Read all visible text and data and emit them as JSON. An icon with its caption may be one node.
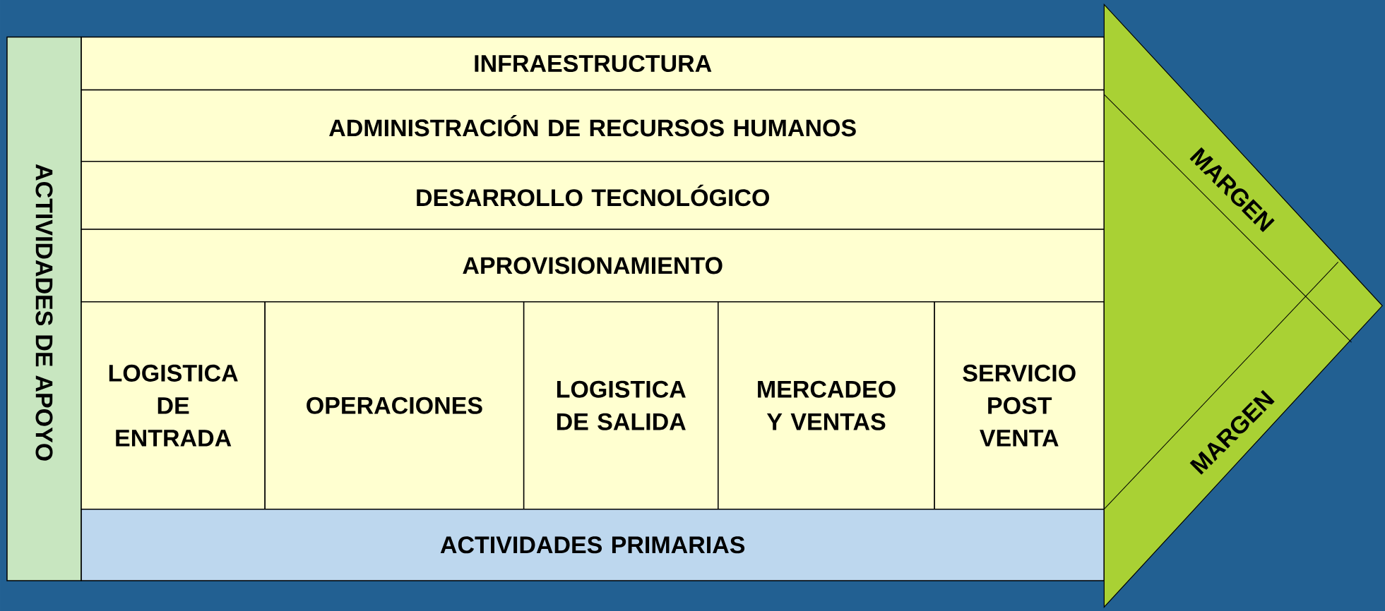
{
  "diagram": {
    "nodes": [
      {
        "text": [
          "ACTIVIDADES DE APOYO"
        ]
      },
      {
        "text": [
          "INFRAESTRUCTURA"
        ]
      },
      {
        "text": [
          "ADMINISTRACIÓN DE RECURSOS HUMANOS"
        ]
      },
      {
        "text": [
          "DESARROLLO TECNOLÓGICO"
        ]
      },
      {
        "text": [
          "APROVISIONAMIENTO"
        ]
      },
      {
        "text": [
          "LOGISTICA DE ENTRADA"
        ]
      },
      {
        "text": [
          "OPERACIONES"
        ]
      },
      {
        "text": [
          "LOGISTICA DE SALIDA"
        ]
      },
      {
        "text": [
          "MERCADEO Y VENTAS"
        ]
      },
      {
        "text": [
          "SERVICIO POST VENTA"
        ]
      },
      {
        "text": [
          "ACTIVIDADES PRIMARIAS"
        ]
      },
      {
        "text": [
          "MARGEN",
          "MARGEN"
        ]
      }
    ]
  }
}
